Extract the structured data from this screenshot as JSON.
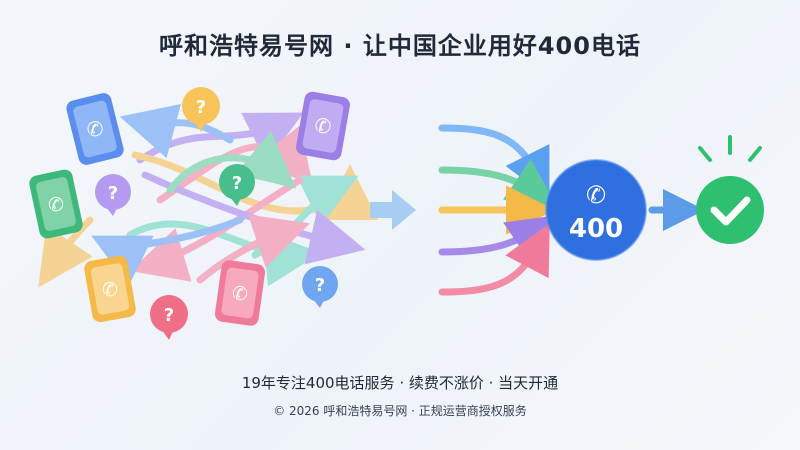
{
  "header": {
    "title": "呼和浩特易号网 · 让中国企业用好400电话"
  },
  "illustration": {
    "badge_number": "400",
    "question_mark": "?",
    "icons": [
      "phone-icon",
      "question-bubble-icon",
      "arrow-right-icon",
      "check-icon"
    ],
    "colors": {
      "blue": "#5b8def",
      "purple": "#9b7ee6",
      "green": "#3fb87c",
      "orange": "#f5b94a",
      "pink": "#f07a9a",
      "teal": "#5dc9b6",
      "badge": "#2f6fe0",
      "check": "#2fbf71"
    }
  },
  "tagline": {
    "text": "19年专注400电话服务 · 续费不涨价 · 当天开通"
  },
  "footer": {
    "text": "© 2026 呼和浩特易号网 · 正规运营商授权服务"
  }
}
